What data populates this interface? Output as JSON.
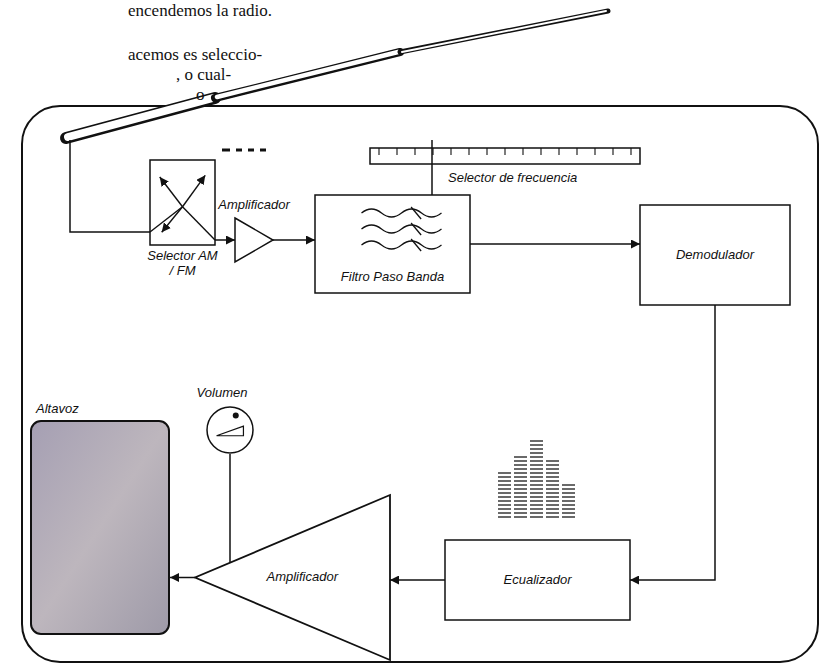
{
  "diagram": {
    "nodes": [
      {
        "text": [
          "Selector AM / FM"
        ]
      },
      {
        "text": [
          "Amplificador"
        ]
      },
      {
        "text": [
          "Filtro Paso Banda"
        ]
      },
      {
        "text": [
          "Demodulador"
        ]
      },
      {
        "text": [
          "Ecualizador"
        ]
      },
      {
        "text": [
          "Amplificador"
        ]
      },
      {
        "text": [
          "Volumen"
        ]
      },
      {
        "text": [
          "Altavoz"
        ]
      }
    ],
    "edges": [
      {
        "from": 0,
        "to": 1,
        "arrow": "to"
      },
      {
        "from": 1,
        "to": 2,
        "arrow": "to"
      },
      {
        "from": 2,
        "to": 3,
        "arrow": "to"
      },
      {
        "from": 3,
        "to": 4,
        "arrow": "to"
      },
      {
        "from": 4,
        "to": 5,
        "arrow": "to"
      },
      {
        "from": 5,
        "to": 7,
        "arrow": "to"
      },
      {
        "from": 6,
        "to": 5,
        "arrow": "none"
      }
    ],
    "labels": [
      "encendemos la radio.",
      "acemos es seleccio-",
      ", o cual-",
      "o",
      "Selector de frecuencia"
    ]
  }
}
